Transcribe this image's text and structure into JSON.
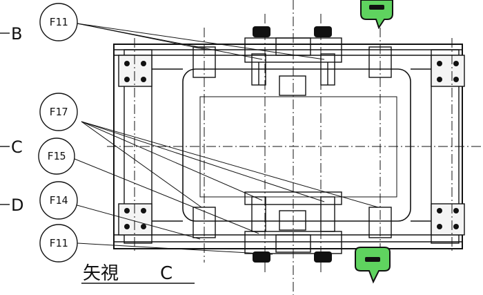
{
  "callouts": [
    "F11",
    "F17",
    "F15",
    "F14",
    "F11"
  ],
  "section_markers": [
    "B",
    "C",
    "D"
  ],
  "view_title": "矢視",
  "view_letter": "C",
  "markers": [
    {
      "name": "top-green-marker",
      "color": "#5fd35f",
      "symbol": "minus"
    },
    {
      "name": "bottom-green-marker",
      "color": "#5fd35f",
      "symbol": "minus"
    }
  ]
}
